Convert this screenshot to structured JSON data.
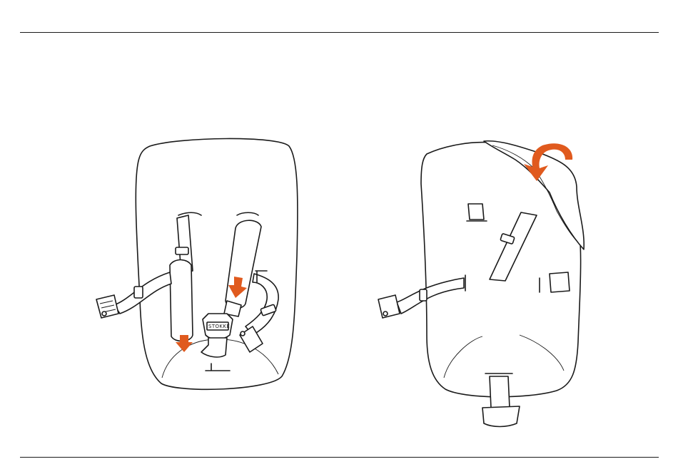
{
  "colors": {
    "accent_arrow": "#e05a1e",
    "line": "#1a1a1a",
    "background": "#ffffff"
  },
  "figures": [
    {
      "name": "seat-cushion-with-harness",
      "arrows": [
        "arrow-down",
        "arrow-down"
      ],
      "logo_text": "STOKKE"
    },
    {
      "name": "seat-cushion-cover-peeled",
      "arrows": [
        "arrow-curved"
      ]
    }
  ]
}
